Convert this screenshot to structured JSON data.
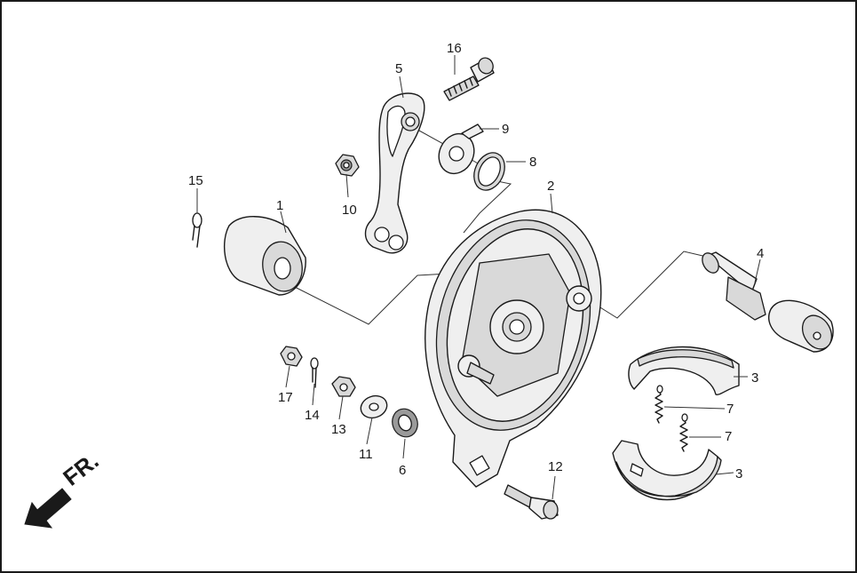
{
  "direction_label": "FR.",
  "callouts": {
    "c1": "1",
    "c2": "2",
    "c3a": "3",
    "c3b": "3",
    "c4": "4",
    "c5": "5",
    "c6": "6",
    "c7a": "7",
    "c7b": "7",
    "c8": "8",
    "c9": "9",
    "c10": "10",
    "c11": "11",
    "c12": "12",
    "c13": "13",
    "c14": "14",
    "c15": "15",
    "c16": "16",
    "c17": "17"
  }
}
